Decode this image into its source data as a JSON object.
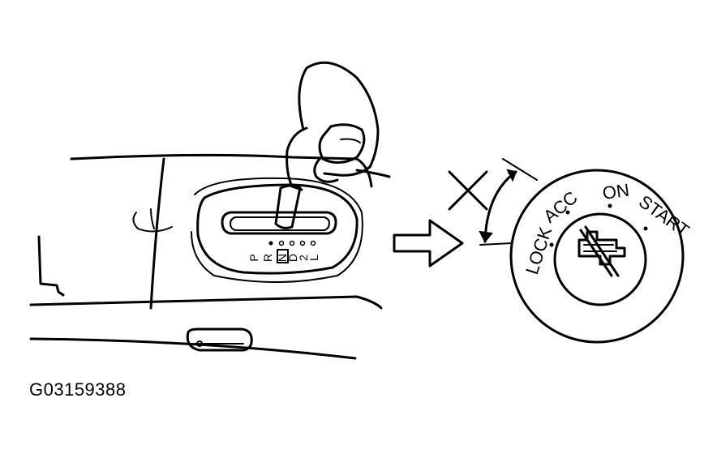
{
  "figure": {
    "code": "G03159388"
  },
  "gear_positions": [
    "P",
    "R",
    "N",
    "D",
    "2",
    "L"
  ],
  "selected_gear": "N",
  "ignition": {
    "positions": [
      "LOCK",
      "ACC",
      "ON",
      "START"
    ],
    "prohibited_mark": "×"
  }
}
